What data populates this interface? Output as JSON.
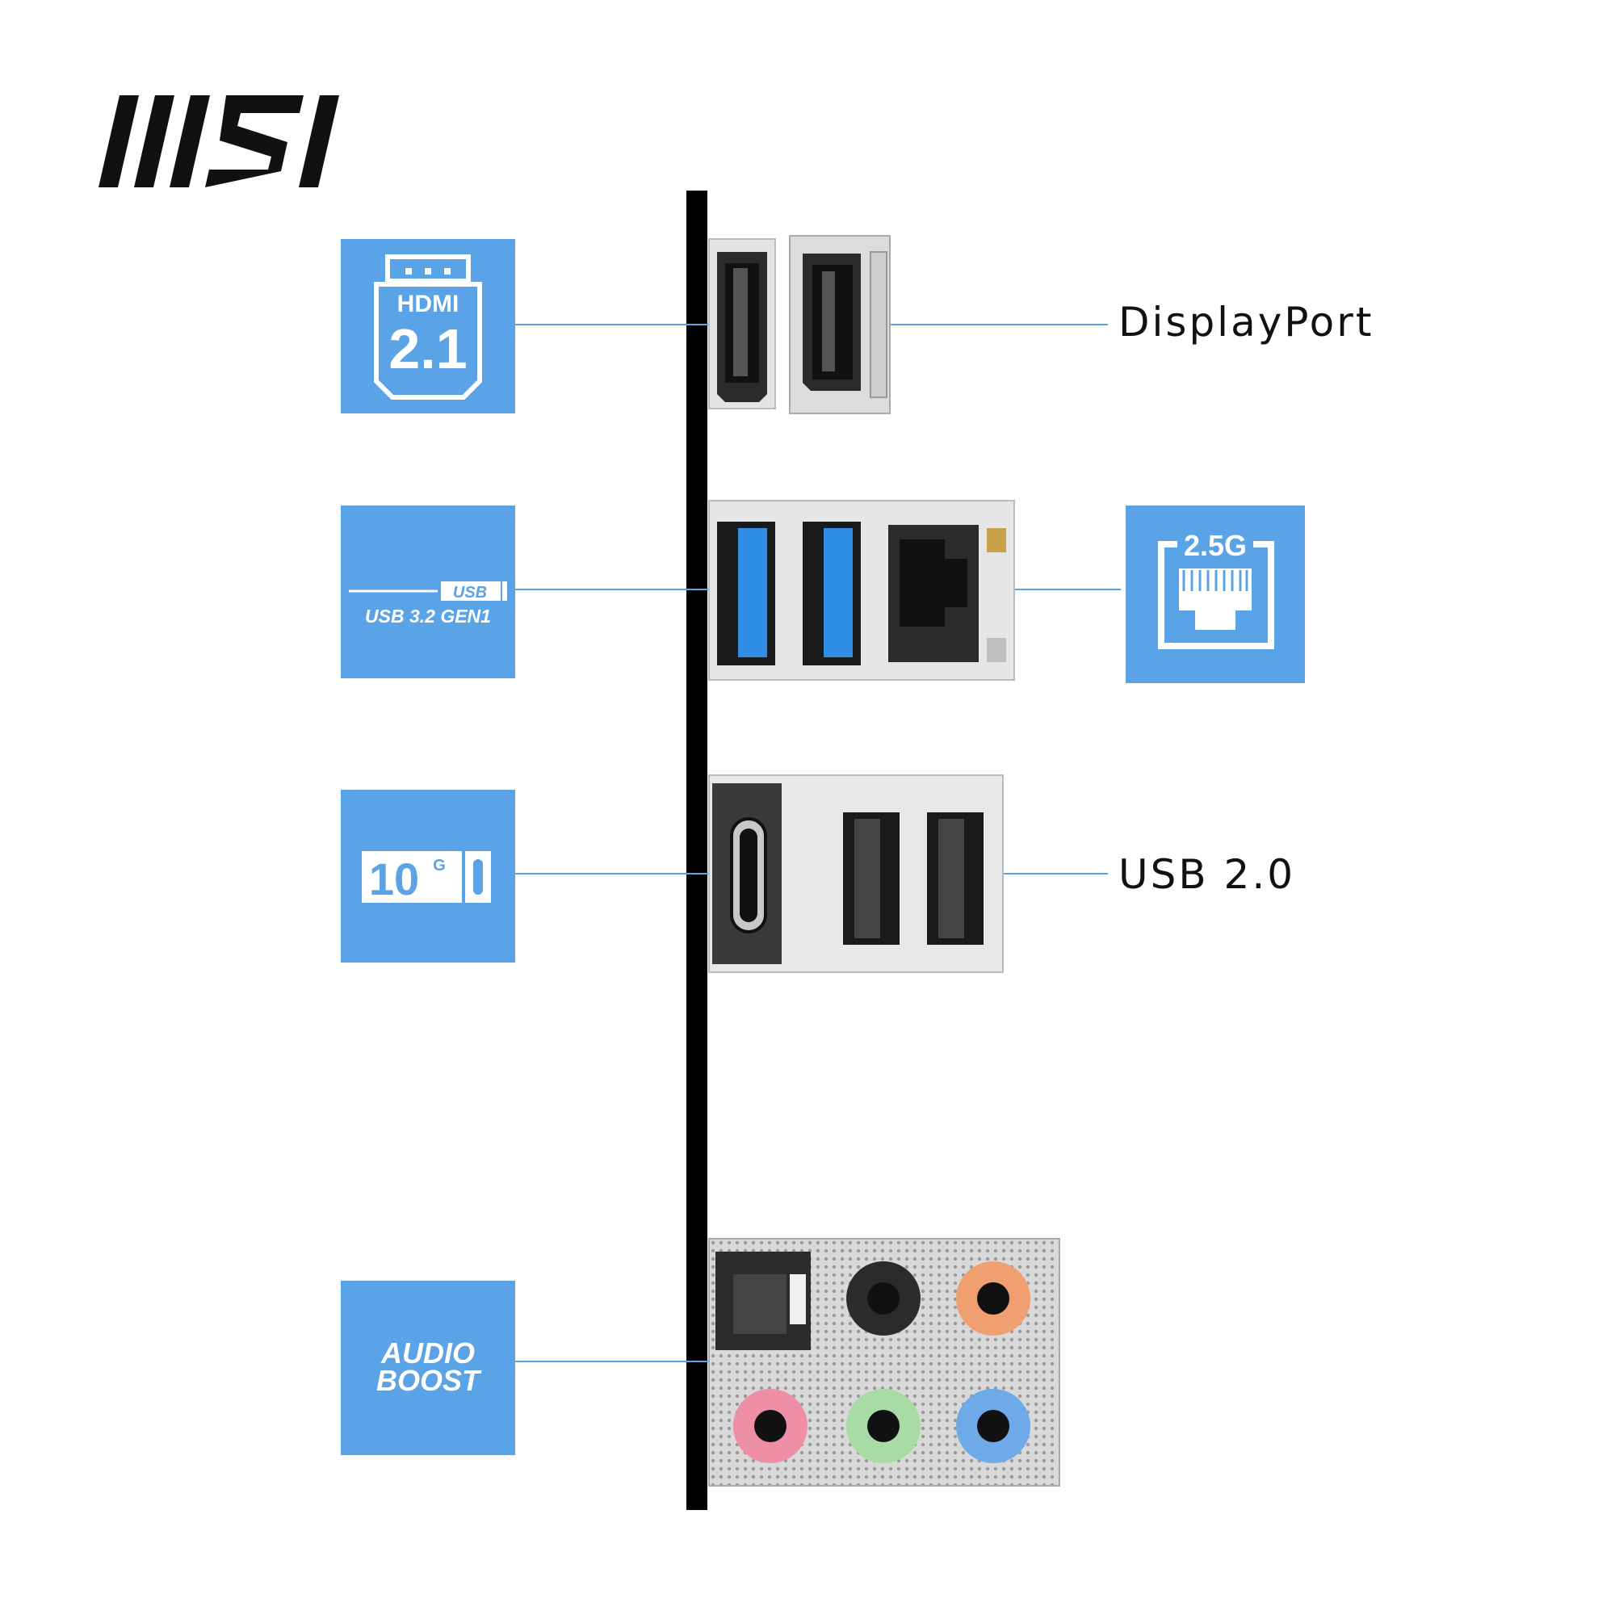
{
  "brand": {
    "logo_text": "MSI",
    "logo_color": "#111111"
  },
  "colors": {
    "badge_bg": "#5aa3e6",
    "badge_fg": "#ffffff",
    "leader_line": "#5aa3e6",
    "panel_divider": "#000000",
    "port_metal": "#e6e6e6",
    "usb3_blue": "#2f8fe6"
  },
  "badges": {
    "hdmi": {
      "top": "HDMI",
      "bottom": "2.1",
      "icon": "hdmi-connector-icon"
    },
    "usb32": {
      "top": "USB",
      "bottom": "USB 3.2 GEN1",
      "icon": "usb-logo-icon"
    },
    "usb10g": {
      "speed": "10",
      "unit": "G",
      "icon": "usb-c-icon"
    },
    "audio": {
      "line1": "AUDIO",
      "line2": "BOOST",
      "icon": "audio-boost-icon"
    },
    "lan": {
      "speed": "2.5G",
      "icon": "ethernet-jack-icon"
    }
  },
  "labels": {
    "displayport": "DisplayPort",
    "usb20": "USB 2.0"
  },
  "audio_jacks": [
    {
      "name": "black",
      "color": "#2b2b2b"
    },
    {
      "name": "orange",
      "color": "#f0a070"
    },
    {
      "name": "pink",
      "color": "#ef8fa5"
    },
    {
      "name": "green",
      "color": "#a9dba4"
    },
    {
      "name": "blue",
      "color": "#6ea9e8"
    }
  ]
}
